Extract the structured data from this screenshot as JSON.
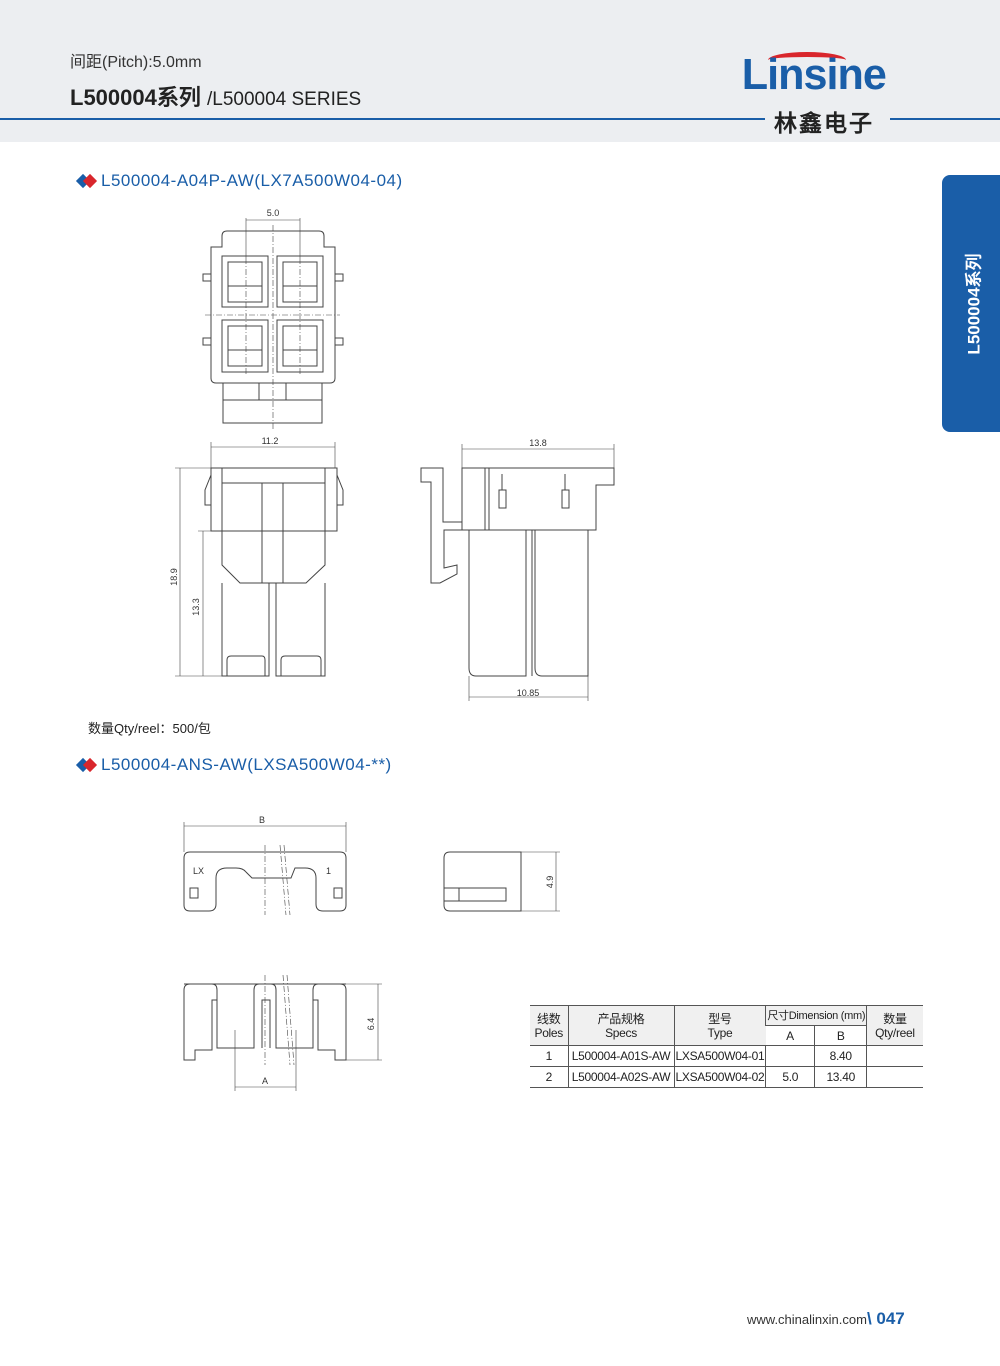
{
  "header": {
    "pitch": "间距(Pitch):5.0mm",
    "series_cn": "L500004系列",
    "series_en": "/L500004 SERIES",
    "logo_word": "Linsine",
    "logo_cn": "林鑫电子"
  },
  "side_tab": "L500004系列",
  "section1": {
    "title": "L500004-A04P-AW(LX7A500W04-04)",
    "dims": {
      "pitch": "5.0",
      "width": "11.2",
      "height_total": "18.9",
      "height_lower": "13.3",
      "depth": "13.8",
      "leg_width": "10.85"
    },
    "qty": "数量Qty/reel：500/包"
  },
  "section2": {
    "title": "L500004-ANS-AW(LXSA500W04-**)",
    "dims": {
      "b": "B",
      "a": "A",
      "h1": "4.9",
      "h2": "6.4",
      "mark_lx": "LX",
      "mark_1": "1"
    }
  },
  "table": {
    "headers": {
      "poles": [
        "线数",
        "Poles"
      ],
      "specs": [
        "产品规格",
        "Specs"
      ],
      "type": [
        "型号",
        "Type"
      ],
      "dimension": "尺寸Dimension (mm)",
      "a": "A",
      "b": "B",
      "qty": [
        "数量",
        "Qty/reel"
      ]
    },
    "rows": [
      {
        "poles": "1",
        "specs": "L500004-A01S-AW",
        "type": "LXSA500W04-01",
        "a": "",
        "b": "8.40",
        "qty": ""
      },
      {
        "poles": "2",
        "specs": "L500004-A02S-AW",
        "type": "LXSA500W04-02",
        "a": "5.0",
        "b": "13.40",
        "qty": ""
      }
    ]
  },
  "footer": {
    "url": "www.chinalinxin.com",
    "page": "\\ 047"
  },
  "colors": {
    "brand_blue": "#1a5ea8",
    "brand_red": "#d9262c"
  }
}
